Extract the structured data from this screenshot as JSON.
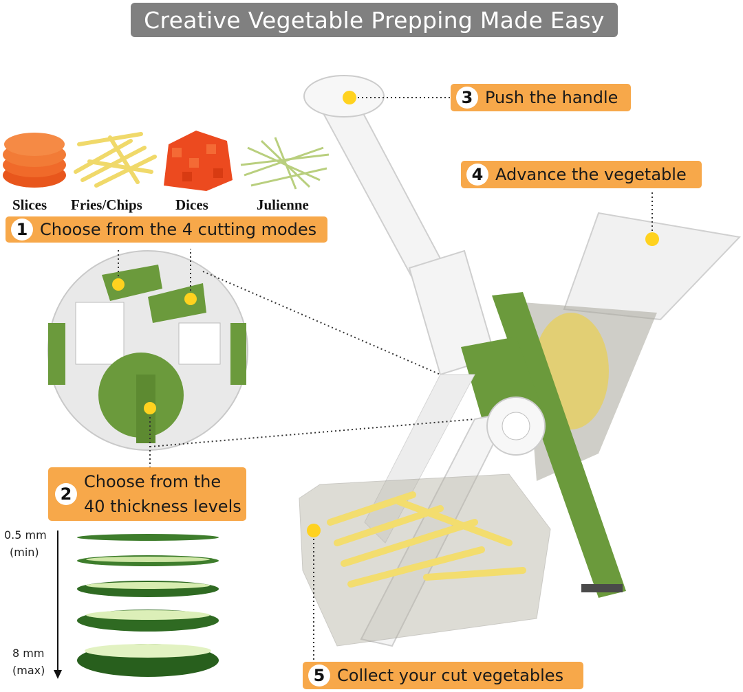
{
  "title": "Creative Vegetable Prepping Made Easy",
  "modes": [
    {
      "label": "Slices",
      "icon": "carrot-slices-icon"
    },
    {
      "label": "Fries/Chips",
      "icon": "potato-fries-icon"
    },
    {
      "label": "Dices",
      "icon": "diced-carrot-icon"
    },
    {
      "label": "Julienne",
      "icon": "julienne-strips-icon"
    }
  ],
  "steps": {
    "s1": {
      "num": "1",
      "text": "Choose from the 4 cutting modes"
    },
    "s2": {
      "num": "2",
      "line1": "Choose from the",
      "line2": "40 thickness levels"
    },
    "s3": {
      "num": "3",
      "text": "Push the handle"
    },
    "s4": {
      "num": "4",
      "text": "Advance the vegetable"
    },
    "s5": {
      "num": "5",
      "text": "Collect your cut vegetables"
    }
  },
  "thickness": {
    "min_value": "0.5 mm",
    "min_note": "(min)",
    "max_value": "8 mm",
    "max_note": "(max)"
  },
  "colors": {
    "accent_orange": "#f7a84a",
    "title_bg": "#808080",
    "slicer_green": "#6b9a3c",
    "marker_yellow": "#ffd21f"
  }
}
